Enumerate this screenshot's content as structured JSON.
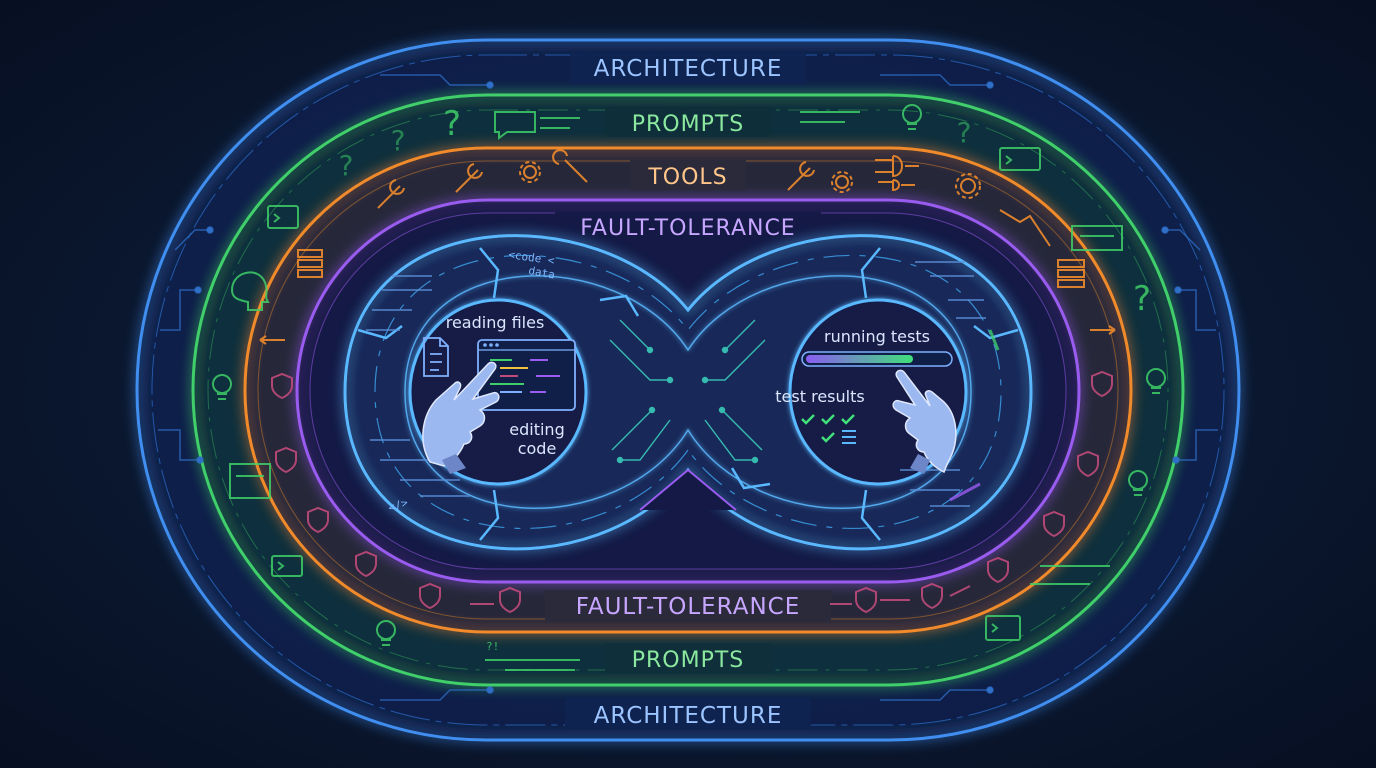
{
  "layers": {
    "architecture_top": "ARCHITECTURE",
    "architecture_bottom": "ARCHITECTURE",
    "prompts_top": "PROMPTS",
    "prompts_bottom": "PROMPTS",
    "tools": "TOOLS",
    "fault_tolerance_top": "FAULT-TOLERANCE",
    "fault_tolerance_bottom": "FAULT-TOLERANCE"
  },
  "loop": {
    "left": {
      "reading": "reading files",
      "editing_line1": "editing",
      "editing_line2": "code"
    },
    "right": {
      "running": "running tests",
      "results": "test results"
    }
  },
  "code_snippets": {
    "snippet_1": "<code <",
    "snippet_2": "data",
    "snippet_3": "</>",
    "snippet_4": "?!"
  },
  "colors": {
    "architecture": "#3f8ef0",
    "prompts": "#3fcf6a",
    "tools": "#f08a2c",
    "fault_tolerance": "#9a5cf0",
    "infinity": "#5ab8ff",
    "label_architecture": "#9cc4ff",
    "label_prompts": "#8be89f",
    "label_tools": "#ffc58a",
    "label_fault": "#c7a6ff"
  },
  "icons": [
    "question-icon",
    "chat-icon",
    "lightbulb-icon",
    "wrench-icon",
    "gear-icon",
    "logic-gate-icon",
    "shield-icon",
    "terminal-icon",
    "server-icon",
    "head-icon",
    "document-icon",
    "code-editor-icon",
    "robot-hand-icon",
    "checkmark-icon",
    "progress-bar"
  ]
}
